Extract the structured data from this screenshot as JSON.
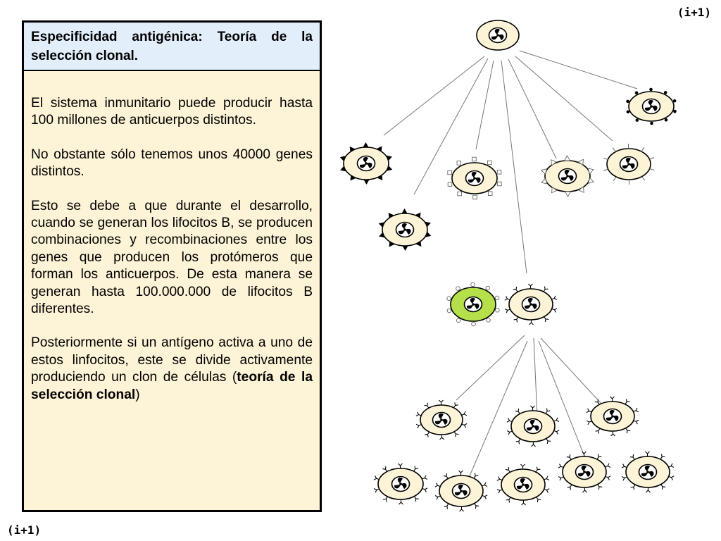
{
  "page_marker_top": "(i+1)",
  "page_marker_bottom": "(i+1)",
  "slide": {
    "title": "Especificidad antigénica: Teoría de la selección clonal.",
    "p1": "El sistema inmunitario puede producir hasta 100 millones de anticuerpos distintos.",
    "p2": "No obstante sólo tenemos unos 40000 genes distintos.",
    "p3": "Esto se debe a que durante el desarrollo, cuando se generan los lifocitos B, se producen combinaciones y recombinaciones entre los genes que producen los protómeros que forman los anticuerpos. De esta manera se generan hasta 100.000.000 de lifocitos B diferentes.",
    "p4_before": "Posteriormente si un antígeno activa a uno de estos linfocitos, este se divide activamente produciendo un clon de células (",
    "p4_bold": "teoría de la selección clonal",
    "p4_after": ")"
  },
  "colors": {
    "cell_fill": "#fdf3d6",
    "activated_cell_fill": "#b5e04a",
    "textbox_fill": "#fdf3d6",
    "title_fill": "#e2eefa"
  }
}
